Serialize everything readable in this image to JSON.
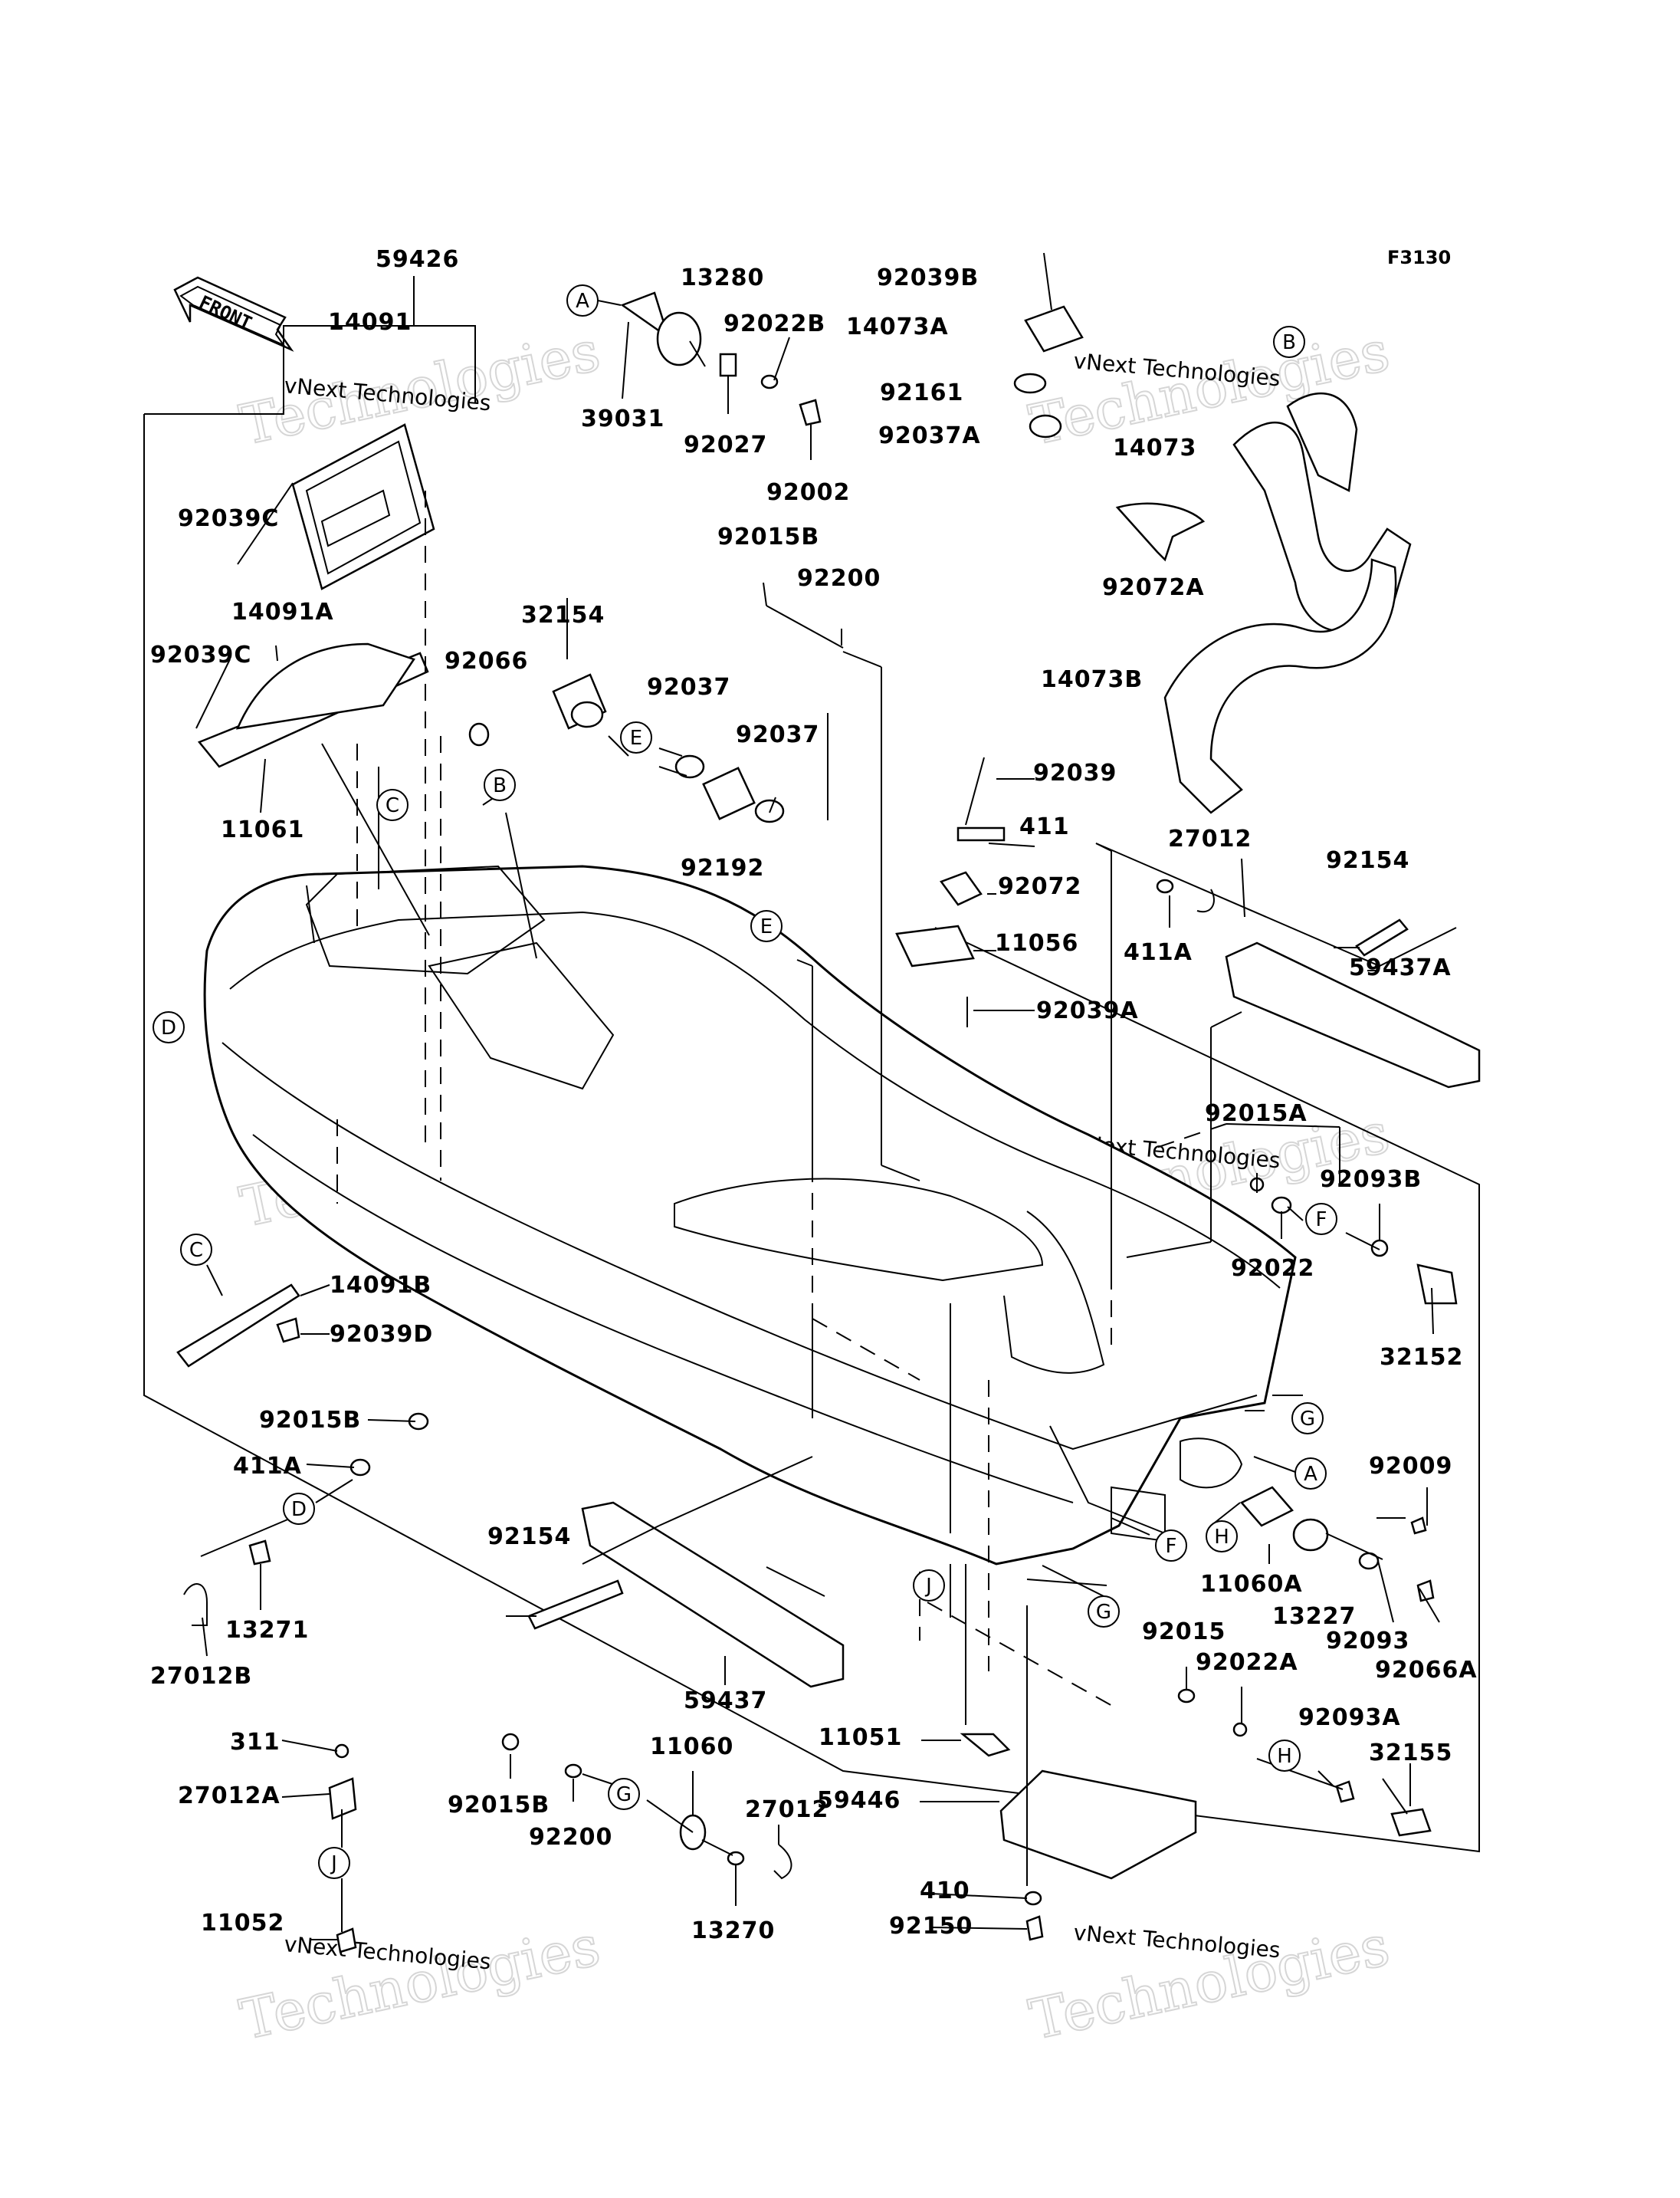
{
  "figure_code": "F3130",
  "front_label": "FRONT",
  "watermark": {
    "company": "vNext Technologies",
    "logo_word": "Technologies"
  },
  "parts": [
    "59426",
    "14091",
    "92039C",
    "14091A",
    "92039C",
    "11061",
    "92066",
    "32154",
    "39031",
    "13280",
    "92022B",
    "92027",
    "92002",
    "92015B",
    "92200",
    "92037",
    "92037",
    "92192",
    "92039B",
    "14073A",
    "92161",
    "92037A",
    "14073",
    "92072A",
    "14073B",
    "92039",
    "411",
    "92072",
    "11056",
    "92039A",
    "27012",
    "411A",
    "92154",
    "59437A",
    "92015A",
    "92093B",
    "92022",
    "32152",
    "14091B",
    "92039D",
    "92015B",
    "411A",
    "13271",
    "27012B",
    "92009",
    "11060A",
    "13227",
    "92093",
    "92066A",
    "92154",
    "59437",
    "92015",
    "92022A",
    "92093A",
    "32155",
    "11051",
    "59446",
    "410",
    "92150",
    "311",
    "27012A",
    "11052",
    "92015B",
    "92200",
    "11060",
    "27012",
    "13270"
  ],
  "callouts": [
    "A",
    "B",
    "C",
    "D",
    "E",
    "F",
    "G",
    "H",
    "J"
  ]
}
